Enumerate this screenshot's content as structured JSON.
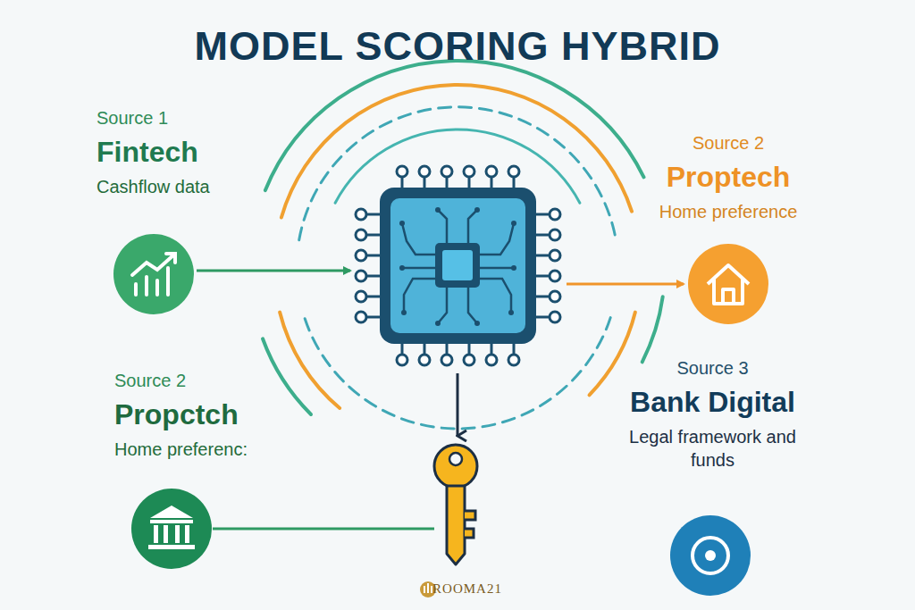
{
  "diagram": {
    "title": "MODEL SCORING HYBRID",
    "nodes": [
      {
        "text": [
          "Source 1",
          "Fintech",
          "Cashflow data"
        ]
      },
      {
        "text": [
          "Source 2",
          "Proptech",
          "Home preference"
        ]
      },
      {
        "text": [
          "Source 2",
          "Propctch",
          "Home preferenc:"
        ]
      },
      {
        "text": [
          "Source 3",
          "Bank Digital",
          "Legal framework and funds"
        ]
      }
    ],
    "labels": [
      "ROOMA21"
    ]
  }
}
